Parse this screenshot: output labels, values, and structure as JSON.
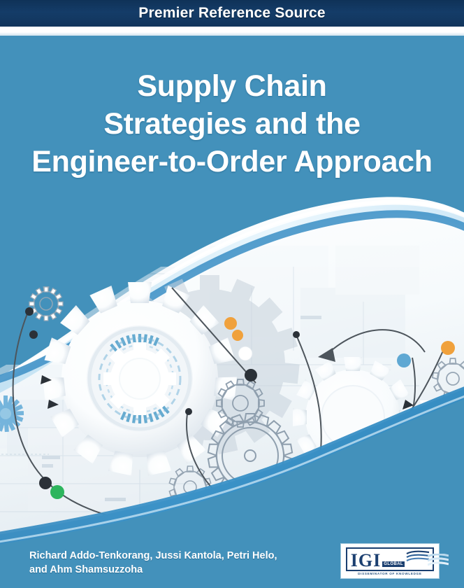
{
  "cover": {
    "banner_label": "Premier Reference Source",
    "title_lines": [
      "Supply Chain",
      "Strategies and the",
      "Engineer-to-Order Approach"
    ],
    "author_lines": [
      "Richard Addo-Tenkorang, Jussi Kantola, Petri Helo,",
      "and Ahm Shamsuzzoha"
    ],
    "publisher": {
      "name": "IGI",
      "suffix": "GLOBAL",
      "tagline": "DISSEMINATOR OF KNOWLEDGE"
    },
    "colors": {
      "background_blue": "#4391bb",
      "banner_navy": "#12355c",
      "swoosh_blue": "#3f92c4",
      "accent_orange": "#f0a13c",
      "accent_green": "#2db55d",
      "accent_dot_blue": "#5fa8d3",
      "accent_dark": "#2b3138",
      "gear_white": "#ffffff",
      "gear_gray": "#b9c3cb",
      "logo_navy": "#1b3f70"
    }
  }
}
